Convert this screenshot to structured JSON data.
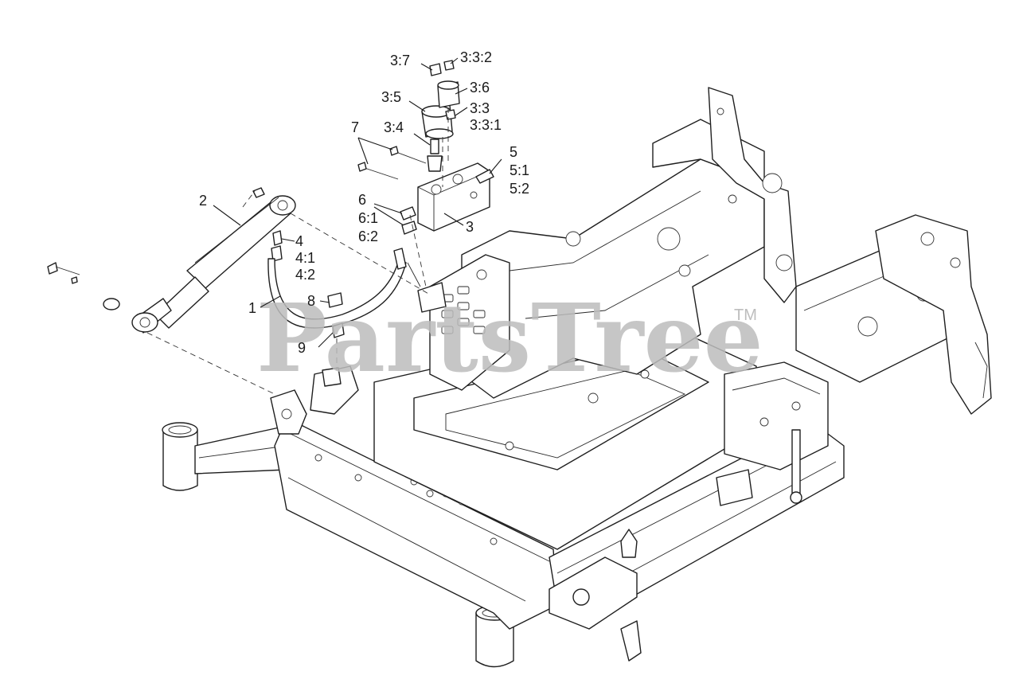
{
  "watermark": {
    "text": "PartsTree",
    "trademark": "TM"
  },
  "callouts": [
    {
      "id": "c-1",
      "lines": [
        "1"
      ]
    },
    {
      "id": "c-2",
      "lines": [
        "2"
      ]
    },
    {
      "id": "c-3",
      "lines": [
        "3"
      ]
    },
    {
      "id": "c-3-3",
      "lines": [
        "3:3",
        "3:3:1"
      ]
    },
    {
      "id": "c-3-3-2",
      "lines": [
        "3:3:2"
      ]
    },
    {
      "id": "c-3-4",
      "lines": [
        "3:4"
      ]
    },
    {
      "id": "c-3-5",
      "lines": [
        "3:5"
      ]
    },
    {
      "id": "c-3-6",
      "lines": [
        "3:6"
      ]
    },
    {
      "id": "c-3-7",
      "lines": [
        "3:7"
      ]
    },
    {
      "id": "c-4",
      "lines": [
        "4",
        "4:1",
        "4:2"
      ]
    },
    {
      "id": "c-5",
      "lines": [
        "5",
        "5:1",
        "5:2"
      ]
    },
    {
      "id": "c-6",
      "lines": [
        "6",
        "6:1",
        "6:2"
      ]
    },
    {
      "id": "c-7",
      "lines": [
        "7"
      ]
    },
    {
      "id": "c-8",
      "lines": [
        "8"
      ]
    },
    {
      "id": "c-9",
      "lines": [
        "9"
      ]
    }
  ]
}
